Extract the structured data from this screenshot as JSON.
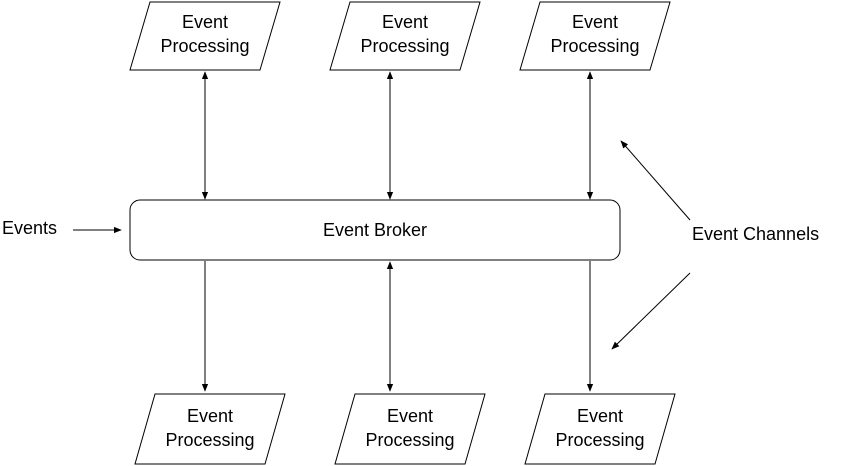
{
  "diagram": {
    "broker": {
      "label": "Event Broker"
    },
    "input": {
      "label": "Events"
    },
    "channels": {
      "label": "Event Channels"
    },
    "processors_top": [
      {
        "line1": "Event",
        "line2": "Processing"
      },
      {
        "line1": "Event",
        "line2": "Processing"
      },
      {
        "line1": "Event",
        "line2": "Processing"
      }
    ],
    "processors_bottom": [
      {
        "line1": "Event",
        "line2": "Processing"
      },
      {
        "line1": "Event",
        "line2": "Processing"
      },
      {
        "line1": "Event",
        "line2": "Processing"
      }
    ]
  }
}
